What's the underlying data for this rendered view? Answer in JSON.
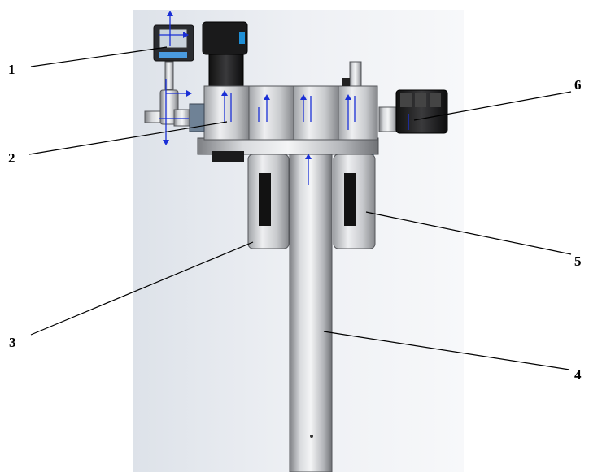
{
  "figure": {
    "background_color": "#ffffff",
    "render_background_colors": [
      "#e2e6ec",
      "#f7f8fa"
    ],
    "callouts": [
      {
        "number": "1"
      },
      {
        "number": "2"
      },
      {
        "number": "3"
      },
      {
        "number": "4"
      },
      {
        "number": "5"
      },
      {
        "number": "6"
      }
    ],
    "axis_marker_color": "#1a2fd6",
    "accent_color": "#1f8fd6"
  }
}
